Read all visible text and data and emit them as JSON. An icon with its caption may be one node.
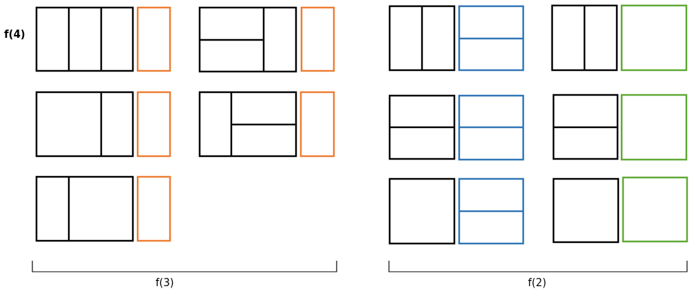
{
  "diagram": {
    "labels": [
      "f(4)",
      "f(3)",
      "f(2)"
    ]
  }
}
